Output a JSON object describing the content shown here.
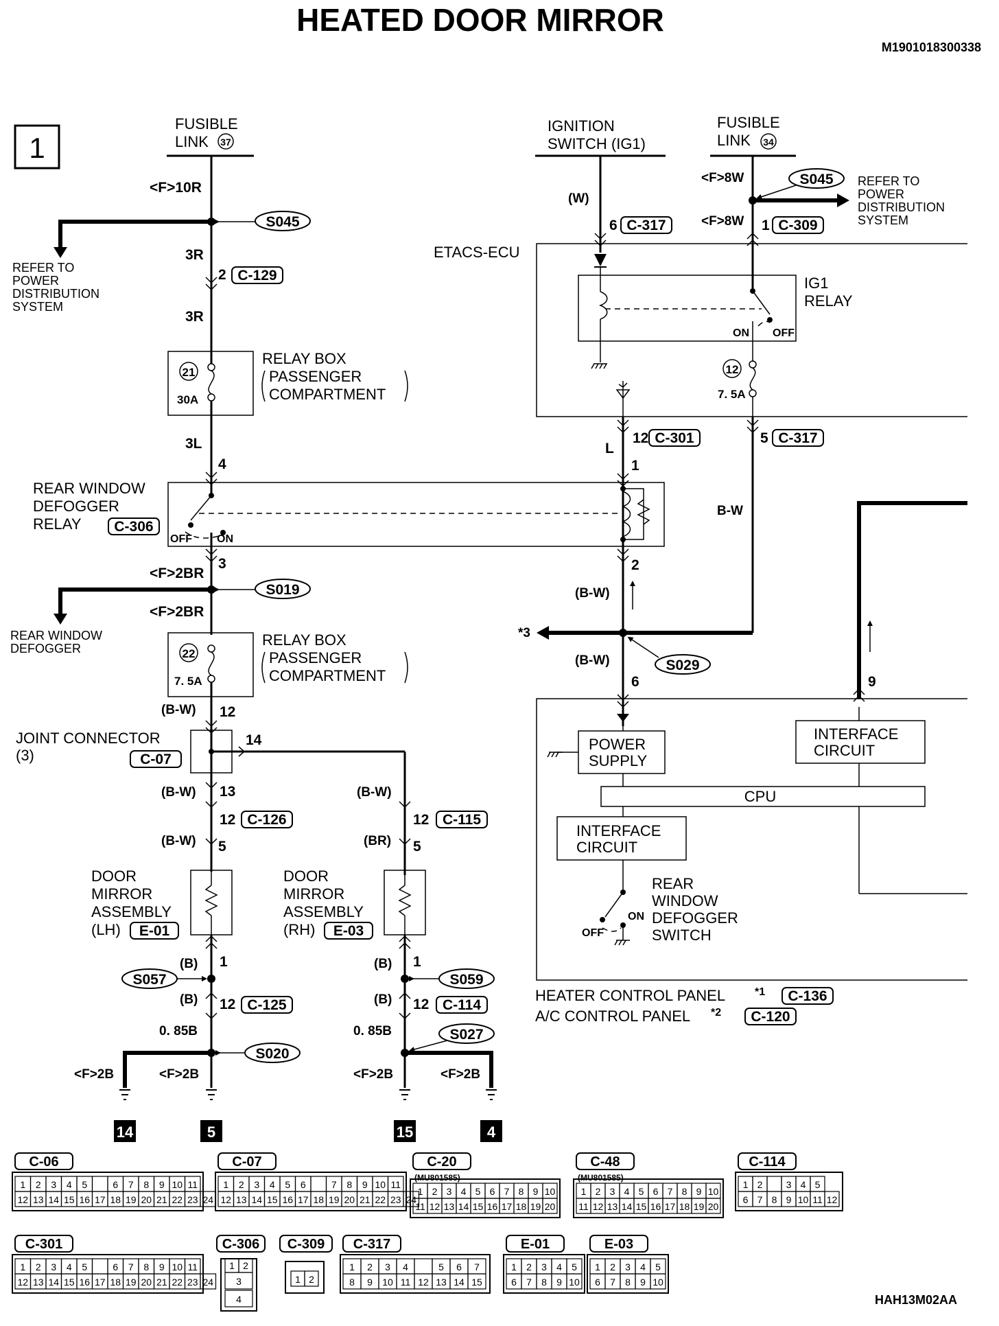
{
  "title": "HEATED DOOR MIRROR",
  "doc_id": "M1901018300338",
  "fig_id": "HAH13M02AA",
  "page_number": "1",
  "labels": {
    "fusible_link_37": [
      "FUSIBLE",
      "LINK",
      "37"
    ],
    "fusible_link_34": [
      "FUSIBLE",
      "LINK",
      "34"
    ],
    "ignition_switch": [
      "IGNITION",
      "SWITCH (IG1)"
    ],
    "refer_power_left": [
      "REFER TO",
      "POWER",
      "DISTRIBUTION",
      "SYSTEM"
    ],
    "refer_power_right": [
      "REFER TO",
      "POWER",
      "DISTRIBUTION",
      "SYSTEM"
    ],
    "etacs_ecu": "ETACS-ECU",
    "ig1_relay": [
      "IG1",
      "RELAY"
    ],
    "relay_on": "ON",
    "relay_off": "OFF",
    "relay_box_1": [
      "RELAY BOX",
      "PASSENGER",
      "COMPARTMENT"
    ],
    "relay_box_2": [
      "RELAY BOX",
      "PASSENGER",
      "COMPARTMENT"
    ],
    "rear_defogger_relay": [
      "REAR WINDOW",
      "DEFOGGER",
      "RELAY"
    ],
    "rear_defogger_branch": [
      "REAR WINDOW",
      "DEFOGGER"
    ],
    "joint_connector": [
      "JOINT CONNECTOR",
      "(3)"
    ],
    "door_mirror_lh": [
      "DOOR",
      "MIRROR",
      "ASSEMBLY",
      "(LH)"
    ],
    "door_mirror_rh": [
      "DOOR",
      "MIRROR",
      "ASSEMBLY",
      "(RH)"
    ],
    "power_supply": [
      "POWER",
      "SUPPLY"
    ],
    "interface_circuit_1": [
      "INTERFACE",
      "CIRCUIT"
    ],
    "interface_circuit_2": [
      "INTERFACE",
      "CIRCUIT"
    ],
    "cpu": "CPU",
    "defogger_switch": [
      "REAR",
      "WINDOW",
      "DEFOGGER",
      "SWITCH"
    ],
    "heater_panel": "HEATER CONTROL PANEL",
    "ac_panel": "A/C CONTROL PANEL",
    "sup1": "*1",
    "sup2": "*2",
    "star3": "*3"
  },
  "fuses": [
    {
      "num": "21",
      "rating": "30A"
    },
    {
      "num": "22",
      "rating": "7. 5A"
    },
    {
      "num": "12",
      "rating": "7. 5A"
    }
  ],
  "splices": [
    "S045",
    "S045",
    "S019",
    "S029",
    "S057",
    "S059",
    "S020",
    "S027"
  ],
  "connectors": {
    "c129": "C-129",
    "c306": "C-306",
    "c07": "C-07",
    "c126": "C-126",
    "c115": "C-115",
    "e01": "E-01",
    "e03": "E-03",
    "c125": "C-125",
    "c114": "C-114",
    "c317a": "C-317",
    "c309": "C-309",
    "c301": "C-301",
    "c317b": "C-317",
    "c136": "C-136",
    "c120": "C-120"
  },
  "wires": {
    "f10r": "<F>10R",
    "w3r_1": "3R",
    "w3r_2": "3R",
    "w3l": "3L",
    "f2br_1": "<F>2BR",
    "f2br_2": "<F>2BR",
    "bw_1": "(B-W)",
    "bw_2": "(B-W)",
    "bw_3": "(B-W)",
    "bw_4": "(B-W)",
    "br": "(BR)",
    "b_1": "(B)",
    "b_2": "(B)",
    "b_3": "(B)",
    "b_4": "(B)",
    "b085_l": "0. 85B",
    "b085_r": "0. 85B",
    "f2b_1": "<F>2B",
    "f2b_2": "<F>2B",
    "f2b_3": "<F>2B",
    "f2b_4": "<F>2B",
    "w_ign": "(W)",
    "f8w_1": "<F>8W",
    "f8w_2": "<F>8W",
    "l": "L",
    "bw_5": "(B-W)",
    "bw_6": "(B-W)",
    "bw_plain": "B-W"
  },
  "pins": {
    "p2": "2",
    "p4": "4",
    "p3": "3",
    "p12a": "12",
    "p14": "14",
    "p13": "13",
    "p12b": "12",
    "p5a": "5",
    "p12c": "12",
    "p5b": "5",
    "p1a": "1",
    "p12d": "12",
    "p1b": "1",
    "p12e": "12",
    "p6a": "6",
    "p1c": "1",
    "p12f": "12",
    "p1d": "1",
    "p2b": "2",
    "p6b": "6",
    "p5c": "5",
    "p9": "9"
  },
  "grounds": [
    "14",
    "5",
    "15",
    "4"
  ],
  "connector_views": {
    "c06": {
      "label": "C-06",
      "row1": [
        "1",
        "2",
        "3",
        "4",
        "5",
        "",
        "6",
        "7",
        "8",
        "9",
        "10",
        "11"
      ],
      "row2": [
        "12",
        "13",
        "14",
        "15",
        "16",
        "17",
        "18",
        "19",
        "20",
        "21",
        "22",
        "23",
        "24"
      ]
    },
    "c07": {
      "label": "C-07",
      "row1": [
        "1",
        "2",
        "3",
        "4",
        "5",
        "6",
        "",
        "7",
        "8",
        "9",
        "10",
        "11"
      ],
      "row2": [
        "12",
        "13",
        "14",
        "15",
        "16",
        "17",
        "18",
        "19",
        "20",
        "21",
        "22",
        "23",
        "24"
      ]
    },
    "c20": {
      "label": "C-20",
      "part": "(MU801585)",
      "row1": [
        "1",
        "2",
        "3",
        "4",
        "5",
        "6",
        "7",
        "8",
        "9",
        "10"
      ],
      "row2": [
        "11",
        "12",
        "13",
        "14",
        "15",
        "16",
        "17",
        "18",
        "19",
        "20"
      ]
    },
    "c48": {
      "label": "C-48",
      "part": "(MU801585)",
      "row1": [
        "1",
        "2",
        "3",
        "4",
        "5",
        "6",
        "7",
        "8",
        "9",
        "10"
      ],
      "row2": [
        "11",
        "12",
        "13",
        "14",
        "15",
        "16",
        "17",
        "18",
        "19",
        "20"
      ]
    },
    "c114": {
      "label": "C-114",
      "row1": [
        "1",
        "2",
        "",
        "3",
        "4",
        "5"
      ],
      "row2": [
        "6",
        "7",
        "8",
        "9",
        "10",
        "11",
        "12"
      ]
    },
    "c301": {
      "label": "C-301",
      "row1": [
        "1",
        "2",
        "3",
        "4",
        "5",
        "",
        "6",
        "7",
        "8",
        "9",
        "10",
        "11"
      ],
      "row2": [
        "12",
        "13",
        "14",
        "15",
        "16",
        "17",
        "18",
        "19",
        "20",
        "21",
        "22",
        "23",
        "24"
      ]
    },
    "c306": {
      "label": "C-306",
      "row1": [
        "1",
        "2"
      ],
      "row2": [
        "3"
      ],
      "row3": [
        "4"
      ]
    },
    "c309": {
      "label": "C-309",
      "row1": [
        "1",
        "2"
      ]
    },
    "c317": {
      "label": "C-317",
      "row1": [
        "1",
        "2",
        "3",
        "4",
        "",
        "5",
        "6",
        "7"
      ],
      "row2": [
        "8",
        "9",
        "10",
        "11",
        "12",
        "13",
        "14",
        "15"
      ]
    },
    "e01": {
      "label": "E-01",
      "row1": [
        "1",
        "2",
        "3",
        "4",
        "5"
      ],
      "row2": [
        "6",
        "7",
        "8",
        "9",
        "10"
      ]
    },
    "e03": {
      "label": "E-03",
      "row1": [
        "1",
        "2",
        "3",
        "4",
        "5"
      ],
      "row2": [
        "6",
        "7",
        "8",
        "9",
        "10"
      ]
    }
  }
}
